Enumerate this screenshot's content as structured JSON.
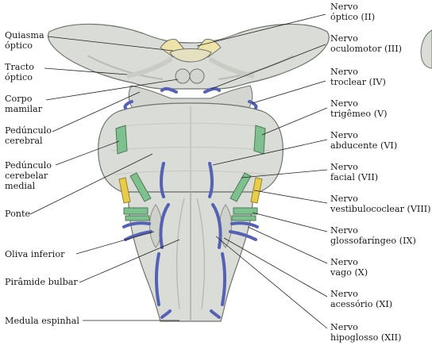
{
  "labels_left": {
    "quiasma": "Quiasma\nóptico",
    "tracto": "Tracto\nóptico",
    "corpo": "Corpo\nmamilar",
    "peduncle_cerebral": "Pedúnculo\ncerebral",
    "peduncle_cerebelar": "Pedúnculo\ncerebelar\nmedial",
    "ponte": "Ponte",
    "oliva": "Oliva inferior",
    "piramide": "Pirâmide bulbar",
    "medula": "Medula espinhal"
  },
  "labels_right": {
    "n2": "Nervo\nóptico (II)",
    "n3": "Nervo\noculomotor (III)",
    "n4": "Nervo\ntroclear (IV)",
    "n5": "Nervo\ntrigêmeo (V)",
    "n6": "Nervo\nabducente (VI)",
    "n7": "Nervo\nfacial (VII)",
    "n8": "Nervo\nvestibulococlear (VIII)",
    "n9": "Nervo\nglossofaríngeo (IX)",
    "n10": "Nervo\nvago (X)",
    "n11": "Nervo\nacessório (XI)",
    "n12": "Nervo\nhipoglosso (XII)"
  },
  "colors": {
    "tissue": "#d9dcd7",
    "tissue_shadow": "#b9bdb6",
    "outline": "#6f736c",
    "nerve_blue": "#5561b3",
    "nerve_green": "#7fc08f",
    "nerve_yellow": "#e8cd4a",
    "optic_yellow": "#eee3a8",
    "leader": "#222222"
  }
}
